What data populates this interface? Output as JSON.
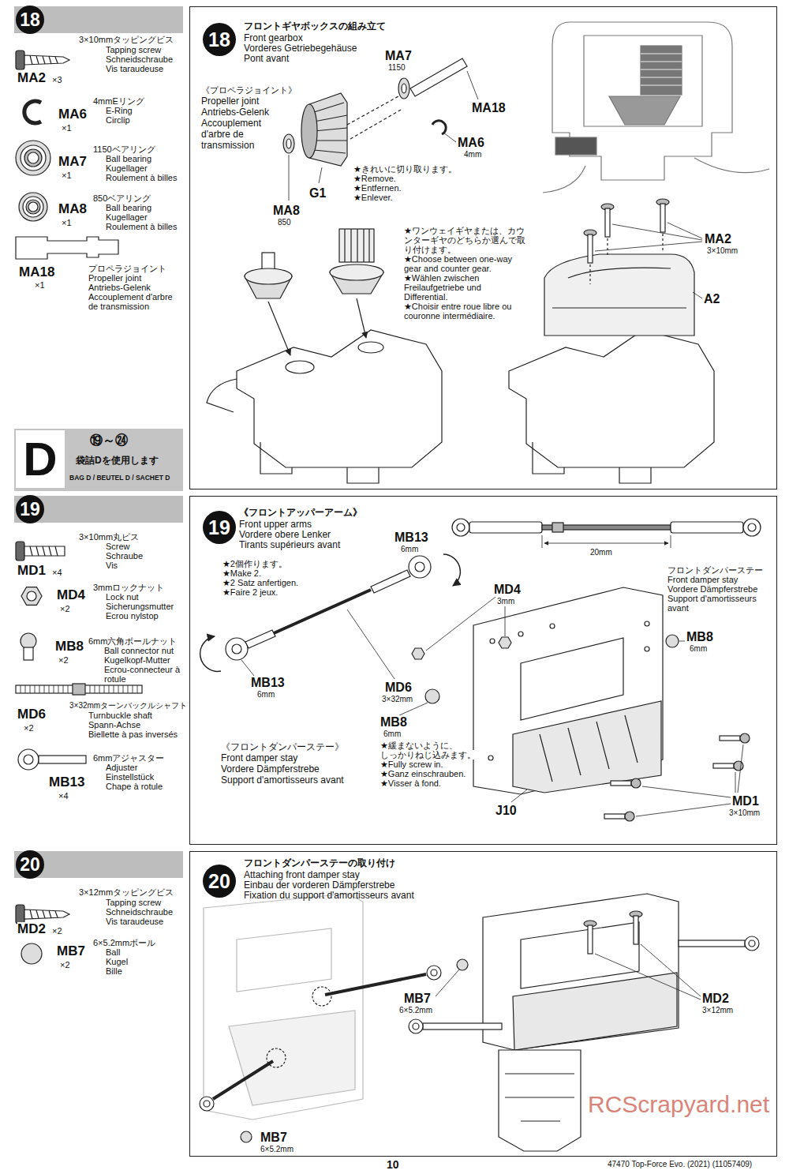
{
  "diagram": {
    "nodes": [
      {
        "text": [
          "18"
        ]
      },
      {
        "text": [
          "フロントギヤボックスの組み立て",
          "Front gearbox",
          "Vorderes Getriebegehäuse",
          "Pont avant"
        ]
      },
      {
        "text": [
          "18"
        ],
        "in": 1
      },
      {
        "text": [
          "D",
          "⑲～㉔",
          "袋詰Dを使用します",
          "BAG D / BEUTEL D / SACHET D"
        ]
      },
      {
        "text": [
          "19"
        ]
      },
      {
        "text": [
          "《フロントアッパーアーム》",
          "Front upper arms",
          "Vordere obere Lenker",
          "Tirants supérieurs avant"
        ]
      },
      {
        "text": [
          "19"
        ],
        "in": 5
      },
      {
        "text": [
          "20"
        ]
      },
      {
        "text": [
          "フロントダンパーステーの取り付け",
          "Attaching front damper stay",
          "Einbau der vorderen Dämpferstrebe",
          "Fixation du support d'amortisseurs avant"
        ]
      },
      {
        "text": [
          "20"
        ],
        "in": 8
      }
    ],
    "labels": [
      "3×10mmタッピングビス",
      "Tapping screw",
      "Schneidschraube",
      "Vis taraudeuse",
      "MA2",
      "×3",
      "4mmEリング",
      "E-Ring",
      "Circlip",
      "MA6",
      "×1",
      "1150ベアリング",
      "Ball bearing",
      "Kugellager",
      "Roulement à billes",
      "MA7",
      "×1",
      "850ベアリング",
      "Ball bearing",
      "Kugellager",
      "Roulement à billes",
      "MA8",
      "×1",
      "MA18",
      "×1",
      "プロペラジョイント",
      "Propeller joint",
      "Antriebs-Gelenk",
      "Accouplement d'arbre",
      "de transmission",
      "《プロペラジョイント》",
      "Propeller joint",
      "Antriebs-Gelenk",
      "Accouplement",
      "d'arbre de",
      "transmission",
      "MA7",
      "1150",
      "MA18",
      "MA6",
      "4mm",
      "★きれいに切り取ります。",
      "★Remove.",
      "★Entfernen.",
      "★Enlever.",
      "MA8",
      "850",
      "G1",
      "★ワンウェイギヤまたは、カウ",
      "ンターギヤのどちらか選んで取",
      "り付けます。",
      "★Choose between one-way",
      "gear and counter gear.",
      "★Wählen zwischen",
      "Freilaufgetriebe und",
      "Differential.",
      "★Choisir entre roue libre ou",
      "couronne intermédiaire.",
      "MA2",
      "3×10mm",
      "A2",
      "3×10mm丸ビス",
      "Screw",
      "Schraube",
      "Vis",
      "MD1",
      "×4",
      "3mmロックナット",
      "Lock nut",
      "Sicherungsmutter",
      "Ecrou nylstop",
      "MD4",
      "×2",
      "6mm六角ボールナット",
      "Ball connector nut",
      "Kugelkopf-Mutter",
      "Ecrou-connecteur à",
      "rotule",
      "MB8",
      "×2",
      "3×32mmターンバックルシャフト",
      "Turnbuckle shaft",
      "Spann-Achse",
      "Biellette à pas inversés",
      "MD6",
      "×2",
      "6mmアジャスター",
      "Adjuster",
      "Einstellstück",
      "Chape à rotule",
      "MB13",
      "×4",
      "★2個作ります。",
      "★Make 2.",
      "★2 Satz anfertigen.",
      "★Faire 2 jeux.",
      "MB13",
      "6mm",
      "MD4",
      "3mm",
      "MD6",
      "3×32mm",
      "MB13",
      "6mm",
      "20mm",
      "フロントダンパーステー",
      "Front damper stay",
      "Vordere Dämpferstrebe",
      "Support d'amortisseurs",
      "avant",
      "MB8",
      "6mm",
      "MB8",
      "6mm",
      "★緩まないように、",
      "しっかりねじ込みます。",
      "★Fully screw in.",
      "★Ganz einschrauben.",
      "★Visser à fond.",
      "《フロントダンパーステー》",
      "Front damper stay",
      "Vordere Dämpferstrebe",
      "Support d'amortisseurs avant",
      "J10",
      "MD1",
      "3×10mm",
      "3×12mmタッピングビス",
      "Tapping screw",
      "Schneidschraube",
      "Vis taraudeuse",
      "MD2",
      "×2",
      "6×5.2mmボール",
      "Ball",
      "Kugel",
      "Bille",
      "MB7",
      "×2",
      "MB7",
      "6×5.2mm",
      "MB7",
      "6×5.2mm",
      "MD2",
      "3×12mm",
      "10",
      "47470 Top-Force Evo. (2021) (11057409)",
      "RCScrapyard.net"
    ]
  }
}
